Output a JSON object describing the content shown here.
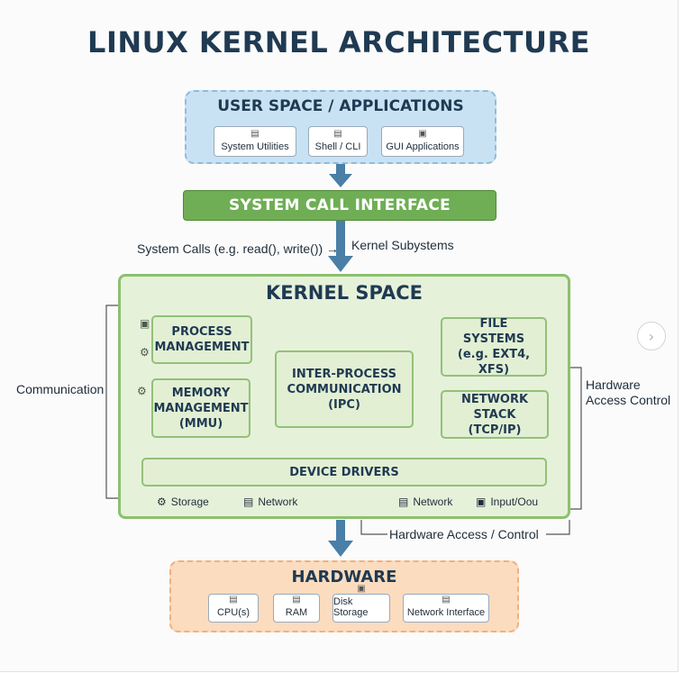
{
  "title": "LINUX KERNEL ARCHITECTURE",
  "user_space": {
    "title": "USER SPACE / APPLICATIONS",
    "items": [
      {
        "label": "System Utilities",
        "icon": "document-icon"
      },
      {
        "label": "Shell / CLI",
        "icon": "terminal-icon"
      },
      {
        "label": "GUI Applications",
        "icon": "monitor-icon"
      }
    ]
  },
  "syscall_interface": "SYSTEM CALL INTERFACE",
  "syscall_label_left": "System Calls (e.g. read(), write()) →",
  "syscall_label_right": "Kernel Subystems",
  "kernel": {
    "title": "KERNEL SPACE",
    "process_management": "PROCESS MANAGEMENT",
    "memory_management": "MEMORY MANAGEMENT (MMU)",
    "ipc": "INTER-PROCESS COMMUNICATION (IPC)",
    "file_systems": "FILE SYSTEMS (e.g. EXT4, XFS)",
    "network_stack": "NETWORK STACK (TCP/IP)",
    "device_drivers": "DEVICE DRIVERS",
    "footer": [
      {
        "label": "Storage",
        "icon": "gear-icon"
      },
      {
        "label": "Network",
        "icon": "network-icon"
      },
      {
        "label": "Network",
        "icon": "network-icon"
      },
      {
        "label": "Input/Oou",
        "icon": "input-icon"
      }
    ]
  },
  "side_labels": {
    "left": "Communication",
    "right": "Hardware Access Control",
    "bottom": "Hardware Access / Control"
  },
  "hardware": {
    "title": "HARDWARE",
    "items": [
      {
        "label": "CPU(s)",
        "icon": "chip-icon"
      },
      {
        "label": "RAM",
        "icon": "memory-icon"
      },
      {
        "label": "Disk Storage",
        "icon": "disk-icon"
      },
      {
        "label": "Network Interface",
        "icon": "network-card-icon"
      }
    ]
  },
  "colors": {
    "user_fill": "#c9e2f3",
    "syscall_fill": "#6fae55",
    "kernel_fill": "#e6f1da",
    "hardware_fill": "#fbdcbf",
    "arrow": "#4a7fa7",
    "title": "#1f3a52"
  }
}
